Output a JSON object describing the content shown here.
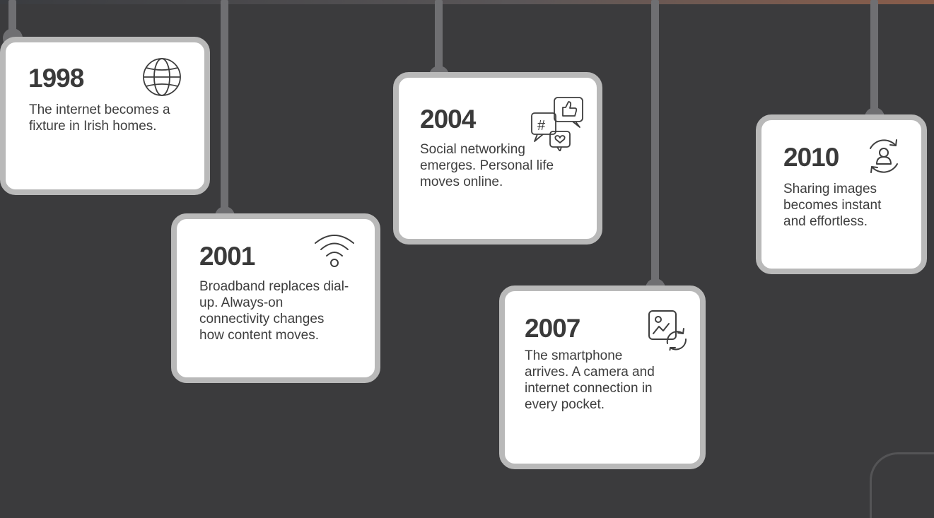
{
  "milestones": [
    {
      "year": "1998",
      "text": "The internet becomes a fixture in Irish homes.",
      "icon": "globe-icon"
    },
    {
      "year": "2001",
      "text": "Broadband replaces dial-up. Always-on connectivity changes how content moves.",
      "icon": "wifi-icon"
    },
    {
      "year": "2004",
      "text": "Social networking emerges. Personal life moves online.",
      "icon": "social-media-icon"
    },
    {
      "year": "2007",
      "text": "The smartphone arrives. A camera and internet connection in every pocket.",
      "icon": "photo-sync-icon"
    },
    {
      "year": "2010",
      "text": "Sharing images becomes instant and effortless.",
      "icon": "user-sync-icon"
    }
  ],
  "colors": {
    "background": "#3b3b3d",
    "connector": "#6f6f72",
    "card_border": "#b9b9b9",
    "card_fill": "#ffffff",
    "text": "#3e3e3e"
  }
}
